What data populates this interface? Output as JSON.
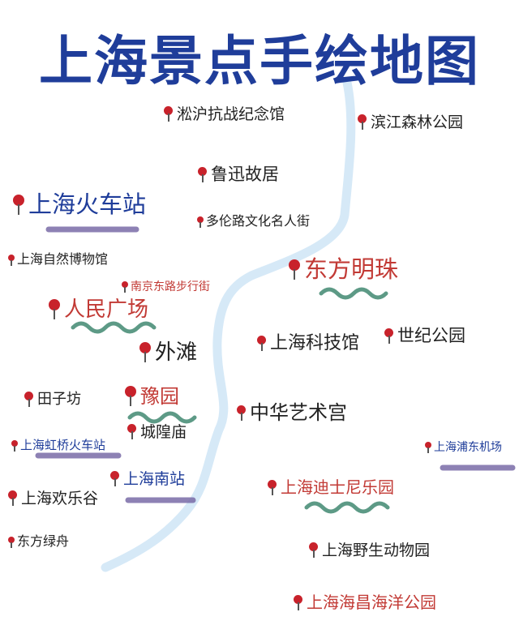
{
  "title": "上海景点手绘地图",
  "colors": {
    "title": "#1f3d9a",
    "river": "#d6e9f7",
    "pin": "#c8222b",
    "red_text": "#c23a35",
    "blue_text": "#1f3d9a",
    "purple_underline": "#7a6ca8",
    "green_wave": "#5d9a86"
  },
  "places": [
    {
      "name": "淞沪抗战纪念馆",
      "style": "black"
    },
    {
      "name": "滨江森林公园",
      "style": "black"
    },
    {
      "name": "鲁迅故居",
      "style": "black"
    },
    {
      "name": "上海火车站",
      "style": "blue"
    },
    {
      "name": "多伦路文化名人街",
      "style": "black"
    },
    {
      "name": "上海自然博物馆",
      "style": "black"
    },
    {
      "name": "东方明珠",
      "style": "red"
    },
    {
      "name": "南京东路步行街",
      "style": "red"
    },
    {
      "name": "人民广场",
      "style": "red"
    },
    {
      "name": "外滩",
      "style": "black"
    },
    {
      "name": "上海科技馆",
      "style": "black"
    },
    {
      "name": "世纪公园",
      "style": "black"
    },
    {
      "name": "田子坊",
      "style": "black"
    },
    {
      "name": "豫园",
      "style": "red"
    },
    {
      "name": "中华艺术宫",
      "style": "black"
    },
    {
      "name": "城隍庙",
      "style": "black"
    },
    {
      "name": "上海虹桥火车站",
      "style": "blue"
    },
    {
      "name": "上海浦东机场",
      "style": "blue"
    },
    {
      "name": "上海南站",
      "style": "blue"
    },
    {
      "name": "上海迪士尼乐园",
      "style": "red"
    },
    {
      "name": "上海欢乐谷",
      "style": "black"
    },
    {
      "name": "东方绿舟",
      "style": "black"
    },
    {
      "name": "上海野生动物园",
      "style": "black"
    },
    {
      "name": "上海海昌海洋公园",
      "style": "red"
    }
  ]
}
